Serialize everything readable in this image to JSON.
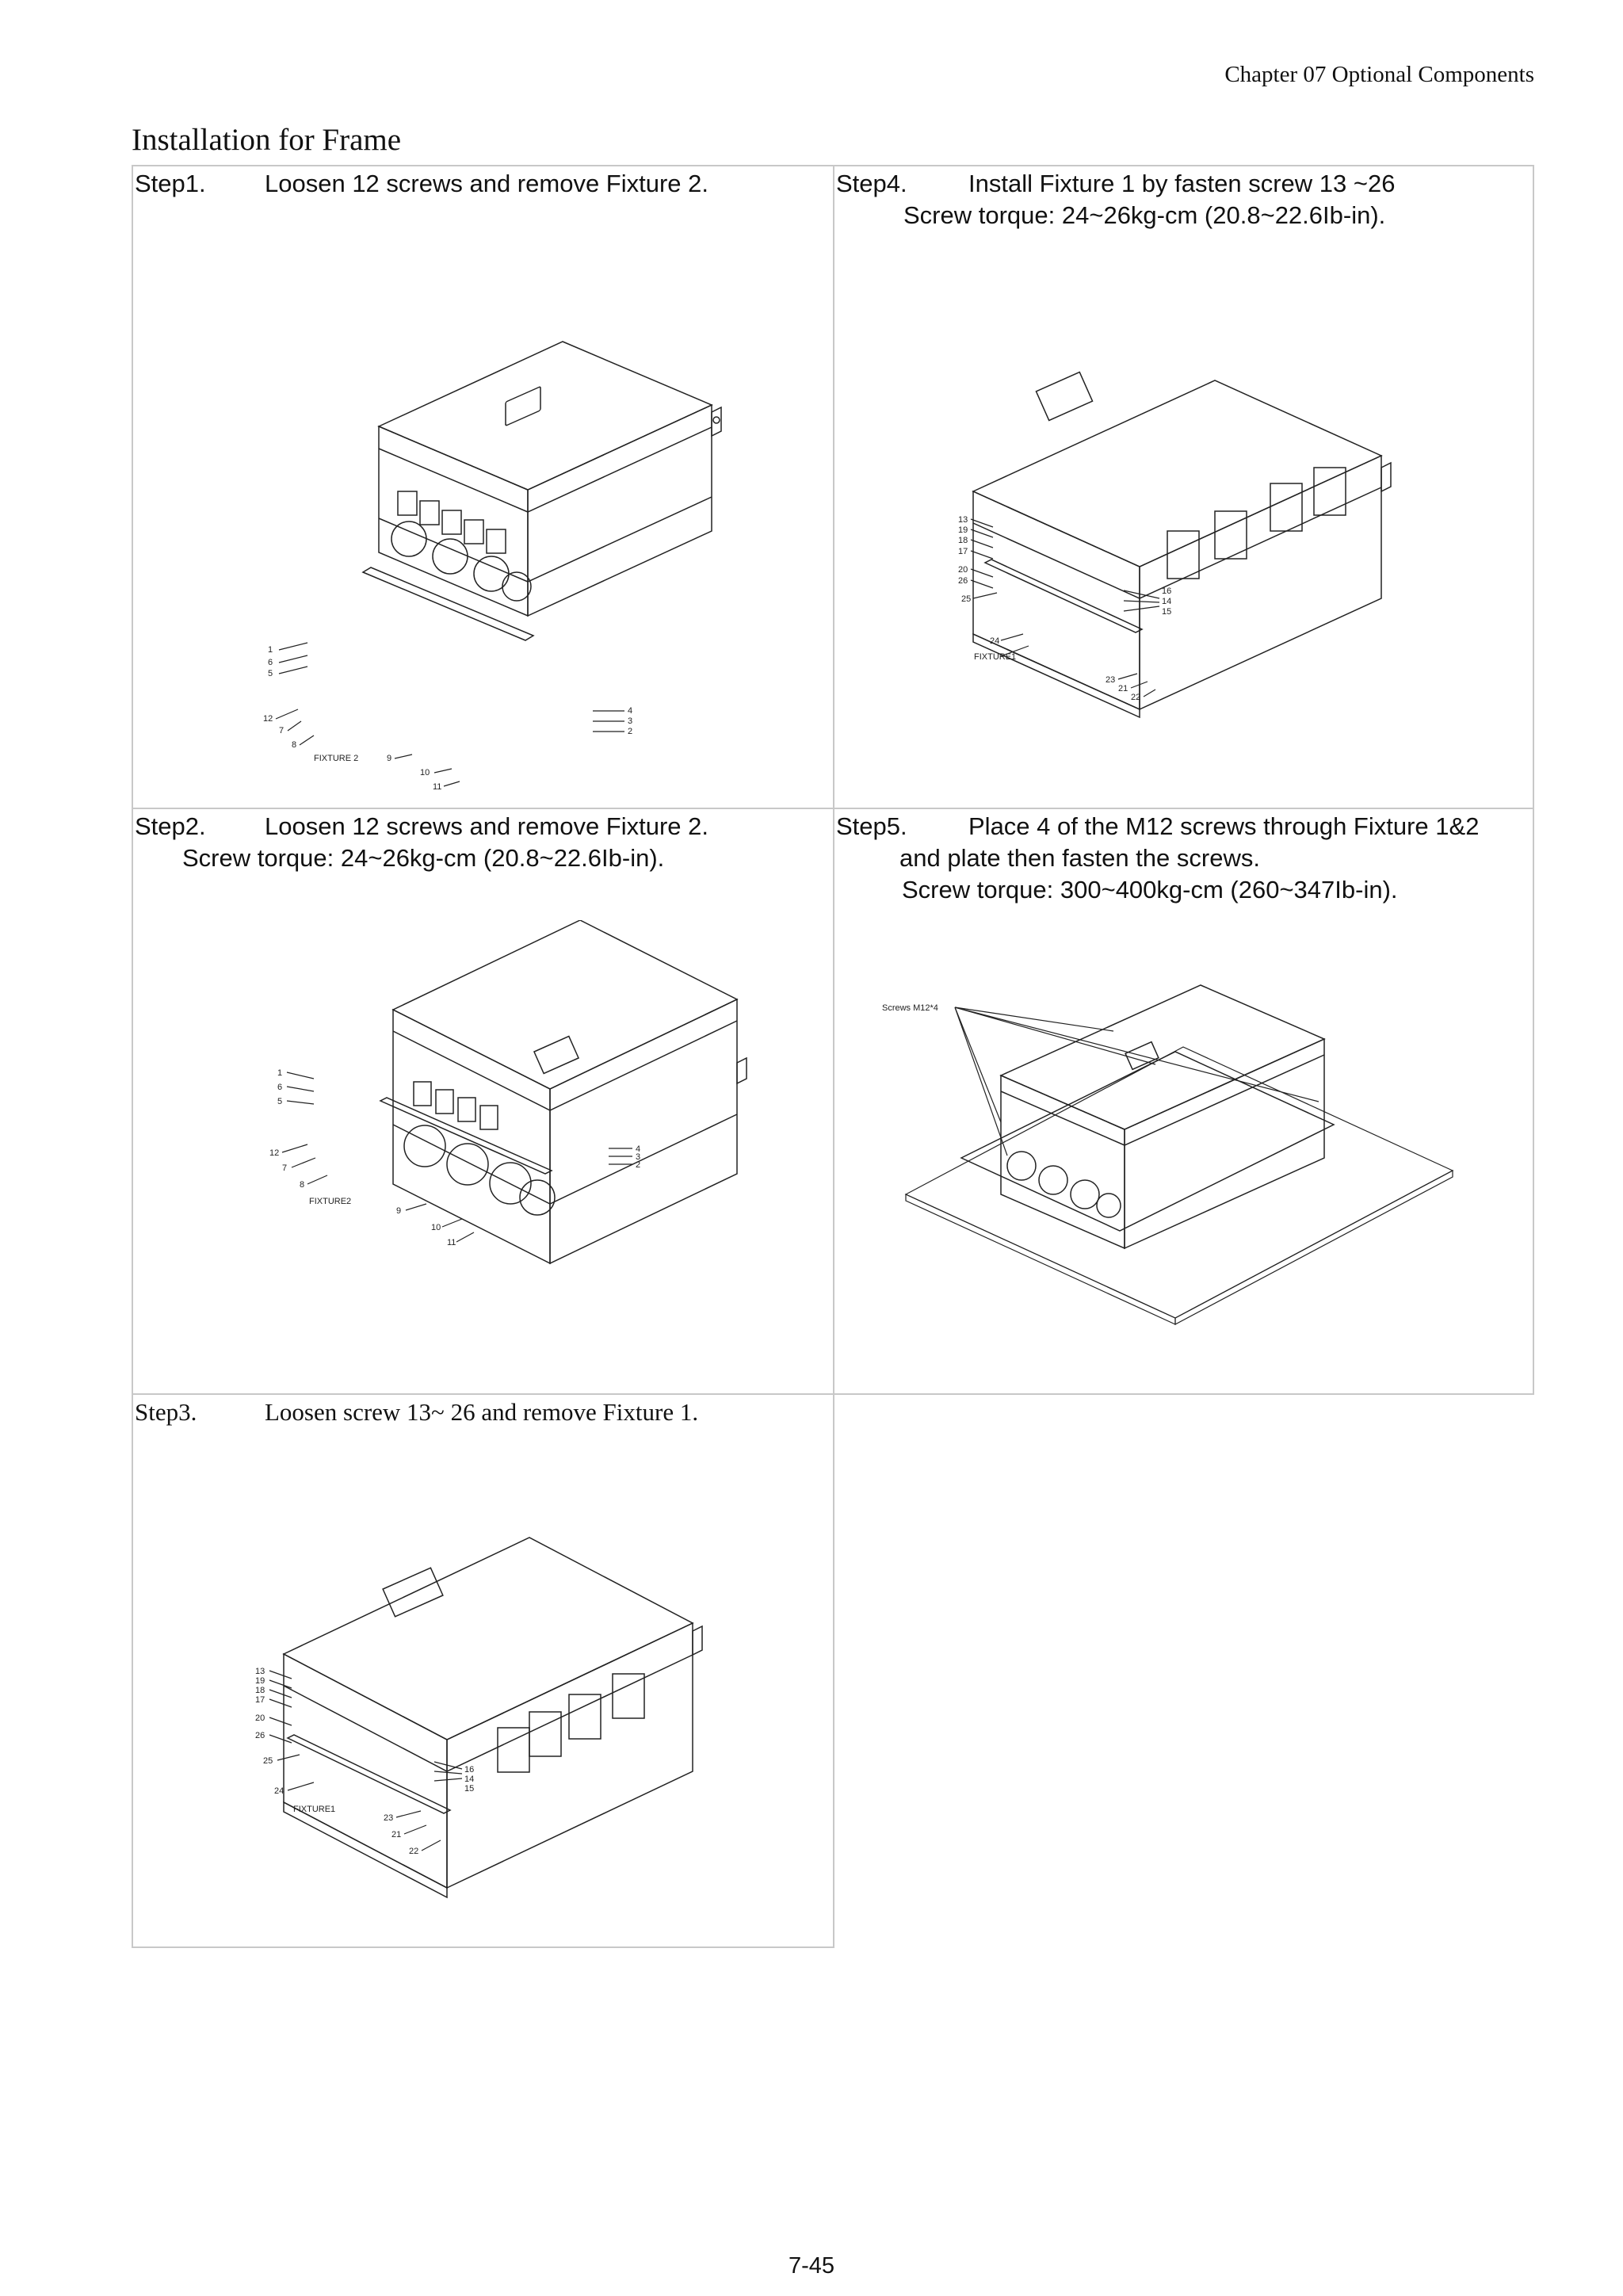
{
  "header": {
    "chapter": "Chapter 07 Optional Components"
  },
  "section_title": "Installation for Frame",
  "steps": [
    {
      "number": "Step1.",
      "lines": [
        "Loosen 12 screws and remove Fixture 2."
      ]
    },
    {
      "number": "Step4.",
      "lines": [
        "Install Fixture 1 by fasten screw 13 ~26",
        "Screw torque: 24~26kg-cm (20.8~22.6Ib-in)."
      ]
    },
    {
      "number": "Step2.",
      "lines": [
        "Loosen 12 screws and remove Fixture 2.",
        "Screw torque: 24~26kg-cm (20.8~22.6Ib-in)."
      ]
    },
    {
      "number": "Step5.",
      "lines": [
        "Place 4 of the M12 screws through Fixture 1&2",
        "and plate then fasten the screws.",
        "Screw torque: 300~400kg-cm (260~347Ib-in)."
      ]
    },
    {
      "number": "Step3.",
      "lines": [
        "Loosen screw 13~ 26 and remove Fixture 1."
      ]
    }
  ],
  "figures": {
    "step1": {
      "callouts": [
        "1",
        "6",
        "5",
        "12",
        "7",
        "8",
        "4",
        "3",
        "2",
        "9",
        "10",
        "11"
      ],
      "fixture_label": "FIXTURE 2"
    },
    "step4": {
      "callouts": [
        "13",
        "19",
        "18",
        "17",
        "20",
        "26",
        "25",
        "16",
        "14",
        "15",
        "24",
        "23",
        "21",
        "22"
      ],
      "fixture_label": "FIXTURE1"
    },
    "step2": {
      "callouts": [
        "1",
        "6",
        "5",
        "12",
        "7",
        "8",
        "4",
        "3",
        "2",
        "9",
        "10",
        "11"
      ],
      "fixture_label": "FIXTURE2"
    },
    "step5": {
      "screws_label": "Screws M12*4"
    },
    "step3": {
      "callouts": [
        "13",
        "19",
        "18",
        "17",
        "20",
        "26",
        "25",
        "24",
        "16",
        "14",
        "15",
        "23",
        "21",
        "22"
      ],
      "fixture_label": "FIXTURE1"
    }
  },
  "footer": {
    "page_number": "7-45"
  }
}
